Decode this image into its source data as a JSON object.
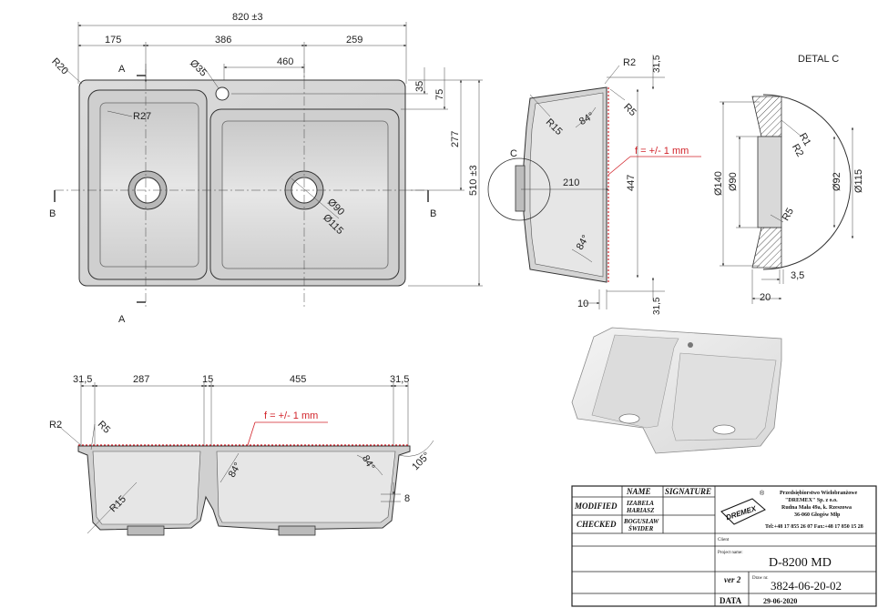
{
  "top_view": {
    "overall_width": "820 ±3",
    "seg_left": "175",
    "seg_mid": "386",
    "seg_right": "259",
    "tap_to_drain": "460",
    "radius_corner": "R20",
    "radius_bowl": "R27",
    "tap_hole": "Ø35",
    "drain_dia_1": "Ø90",
    "drain_dia_2": "Ø115",
    "depth_35": "35",
    "depth_75": "75",
    "depth_277": "277",
    "overall_depth": "510 ±3",
    "section_a": "A",
    "section_b": "B"
  },
  "side_section": {
    "r2": "R2",
    "r5": "R5",
    "r15": "R15",
    "angle_top": "84°",
    "angle_bottom": "84°",
    "flatness": "f = +/- 1 mm",
    "detail_c": "C",
    "depth_210": "210",
    "height_447": "447",
    "top_315": "31,5",
    "bottom_315": "31,5",
    "rim_10": "10"
  },
  "detail": {
    "title": "DETAL C",
    "r1": "R1",
    "r2": "R2",
    "r5": "R5",
    "d140": "Ø140",
    "d90": "Ø90",
    "d92": "Ø92",
    "d115": "Ø115",
    "d35": "3,5",
    "d20": "20"
  },
  "front_section": {
    "d1": "31,5",
    "d2": "287",
    "d3": "15",
    "d4": "455",
    "d5": "31,5",
    "r2": "R2",
    "r5": "R5",
    "r15": "R15",
    "flatness": "f = +/- 1 mm",
    "angle1": "84°",
    "angle2": "84°",
    "angle3": "105°",
    "d8": "8"
  },
  "title_block": {
    "col_name": "NAME",
    "col_signature": "SIGNATURE",
    "row_modified": "MODIFIED",
    "row_checked": "CHECKED",
    "modified_name_1": "IZABELA",
    "modified_name_2": "HARIASZ",
    "checked_name_1": "BOGUSŁAW",
    "checked_name_2": "ŚWIDER",
    "logo": "DREMEX",
    "registered": "®",
    "company_1": "Przedsiębiorstwo Wielobranżowe",
    "company_2": "\"DREMEX\" Sp. z o.o.",
    "company_3": "Rudna Mała 49a, k. Rzeszowa",
    "company_4": "36-060 Głogów Młp",
    "company_5": "Tel:+48 17 855 26 07   Fax:+48 17 850 15 28",
    "client_label": "Client",
    "project_label": "Project name:",
    "project_name": "D-8200 MD",
    "version": "ver 2",
    "drawing_label": "Draw nr.",
    "drawing_no": "3824-06-20-02",
    "date_label": "DATA",
    "date": "29-06-2020"
  }
}
